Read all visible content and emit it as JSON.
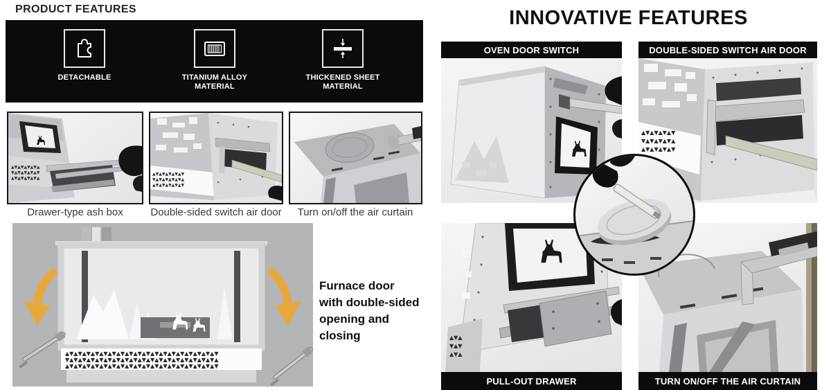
{
  "left_panel": {
    "title": "PRODUCT FEATURES",
    "features": [
      {
        "icon": "puzzle-piece",
        "label": "DETACHABLE"
      },
      {
        "icon": "grate",
        "label": "TITANIUM ALLOY\nMATERIAL"
      },
      {
        "icon": "compressed-sheet",
        "label": "THICKENED SHEET\nMATERIAL"
      }
    ],
    "captions": [
      "Drawer-type ash box",
      "Double-sided switch air door",
      "Turn on/off the air curtain"
    ],
    "furnace_note": "Furnace door\nwith double-sided\nopening and closing"
  },
  "right_panel": {
    "title": "INNOVATIVE FEATURES",
    "cards": [
      {
        "label": "OVEN DOOR SWITCH",
        "label_position": "top"
      },
      {
        "label": "DOUBLE-SIDED SWITCH AIR DOOR",
        "label_position": "top"
      },
      {
        "label": "PULL-OUT DRAWER",
        "label_position": "bottom"
      },
      {
        "label": "TURN ON/OFF THE AIR CURTAIN",
        "label_position": "bottom"
      }
    ]
  },
  "colors": {
    "label_banner_bg": "#0b0b0b",
    "label_text": "#ffffff",
    "accent_yellow": "#e8a93c",
    "gray_image_bg": "#b4b5b7"
  }
}
